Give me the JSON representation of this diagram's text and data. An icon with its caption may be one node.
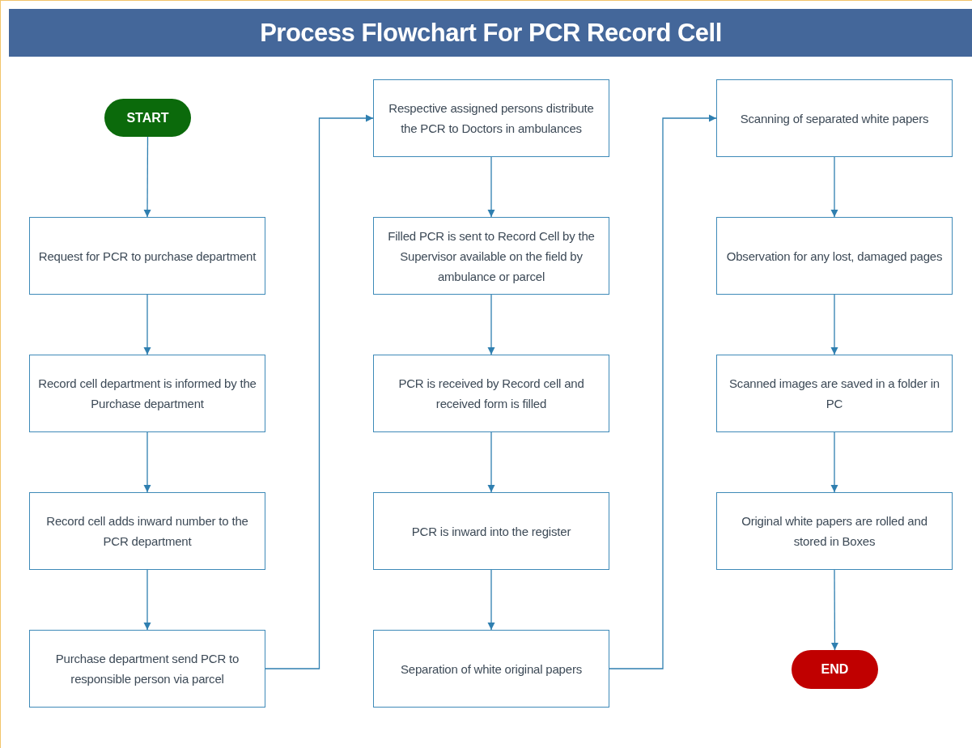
{
  "diagram": {
    "title": "Process Flowchart For PCR Record Cell",
    "nodes": [
      {
        "text": [
          "START"
        ]
      },
      {
        "text": [
          "Request for PCR to purchase department"
        ]
      },
      {
        "text": [
          "Record cell department is informed by the Purchase department"
        ]
      },
      {
        "text": [
          "Record cell adds inward number to the PCR department"
        ]
      },
      {
        "text": [
          "Purchase department send PCR to responsible person via parcel"
        ]
      },
      {
        "text": [
          "Respective assigned persons distribute the PCR to Doctors in ambulances"
        ]
      },
      {
        "text": [
          "Filled PCR is sent to Record Cell by the Supervisor available on the field by ambulance or parcel"
        ]
      },
      {
        "text": [
          "PCR is received by Record cell and received form is filled"
        ]
      },
      {
        "text": [
          "PCR is inward into the register"
        ]
      },
      {
        "text": [
          "Separation of white original papers"
        ]
      },
      {
        "text": [
          "Scanning of separated white papers"
        ]
      },
      {
        "text": [
          "Observation for any lost, damaged pages"
        ]
      },
      {
        "text": [
          "Scanned images are saved in a folder in PC"
        ]
      },
      {
        "text": [
          "Original white papers are rolled and stored in Boxes"
        ]
      },
      {
        "text": [
          "END"
        ]
      }
    ],
    "edges": [
      {
        "from": 0,
        "to": 1,
        "arrow": "to"
      },
      {
        "from": 1,
        "to": 2,
        "arrow": "to"
      },
      {
        "from": 2,
        "to": 3,
        "arrow": "to"
      },
      {
        "from": 3,
        "to": 4,
        "arrow": "to"
      },
      {
        "from": 4,
        "to": 5,
        "arrow": "to"
      },
      {
        "from": 5,
        "to": 6,
        "arrow": "to"
      },
      {
        "from": 6,
        "to": 7,
        "arrow": "to"
      },
      {
        "from": 7,
        "to": 8,
        "arrow": "to"
      },
      {
        "from": 8,
        "to": 9,
        "arrow": "to"
      },
      {
        "from": 9,
        "to": 10,
        "arrow": "to"
      },
      {
        "from": 10,
        "to": 11,
        "arrow": "to"
      },
      {
        "from": 11,
        "to": 12,
        "arrow": "to"
      },
      {
        "from": 12,
        "to": 13,
        "arrow": "to"
      },
      {
        "from": 13,
        "to": 14,
        "arrow": "to"
      }
    ]
  }
}
